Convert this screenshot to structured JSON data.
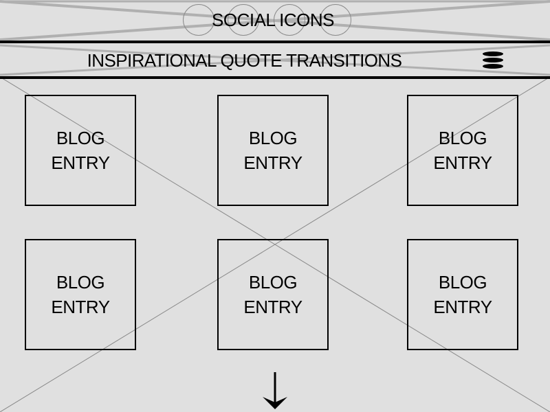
{
  "header": {
    "social_label": "SOCIAL ICONS",
    "social_icon_count": 4,
    "quote_text": "INSPIRATIONAL QUOTE TRANSITIONS",
    "menu_icon": "hamburger-menu-icon"
  },
  "blog": {
    "entries": [
      {
        "label": "BLOG ENTRY"
      },
      {
        "label": "BLOG ENTRY"
      },
      {
        "label": "BLOG ENTRY"
      },
      {
        "label": "BLOG ENTRY"
      },
      {
        "label": "BLOG ENTRY"
      },
      {
        "label": "BLOG ENTRY"
      }
    ]
  },
  "footer": {
    "more_icon": "down-arrow-icon"
  },
  "colors": {
    "background": "#e0e0e0",
    "line": "#000000",
    "placeholder_line": "#b0b0b0"
  }
}
